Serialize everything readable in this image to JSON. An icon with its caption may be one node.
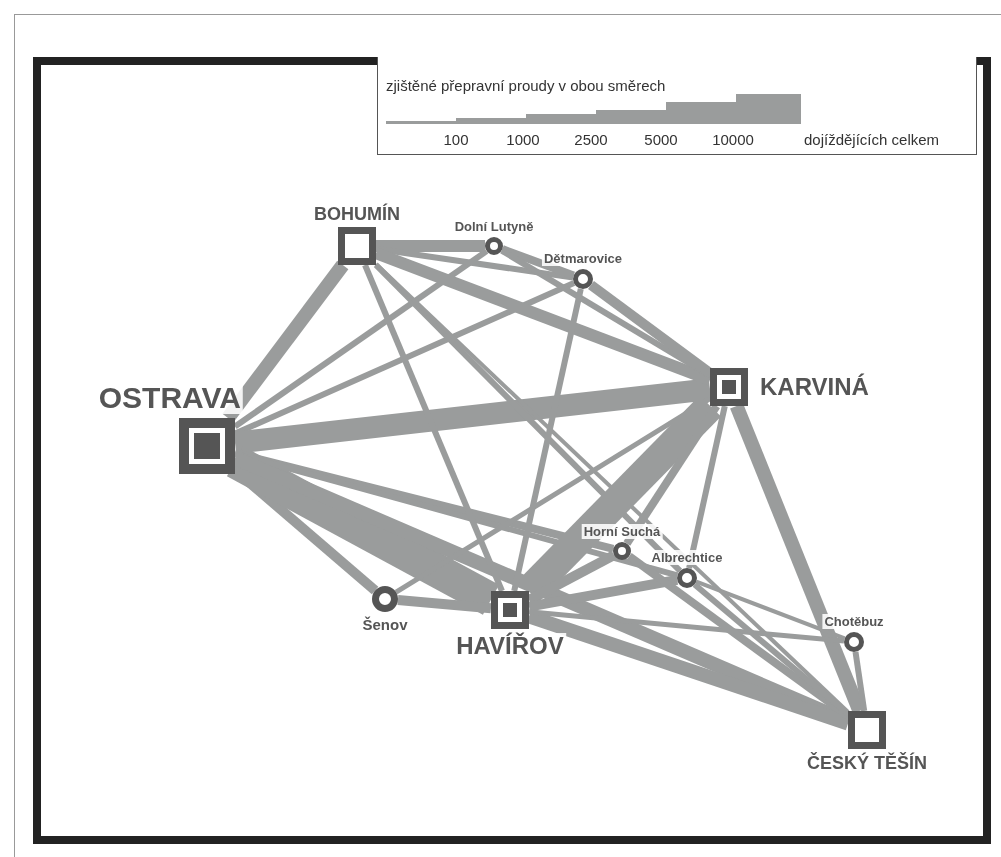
{
  "diagram": {
    "nodes": [
      {
        "text": [],
        "shape": "box",
        "beside": [
          "OSTRAVA"
        ]
      },
      {
        "text": [],
        "shape": "box",
        "beside": [
          "BOHUMÍN"
        ]
      },
      {
        "text": [],
        "shape": "circle",
        "beside": [
          "Dolní Lutyně"
        ]
      },
      {
        "text": [],
        "shape": "circle",
        "beside": [
          "Dětmarovice"
        ]
      },
      {
        "text": [],
        "shape": "box",
        "beside": [
          "KARVINÁ"
        ]
      },
      {
        "text": [],
        "shape": "circle",
        "beside": [
          "Horní Suchá"
        ]
      },
      {
        "text": [],
        "shape": "circle",
        "beside": [
          "Albrechtice"
        ]
      },
      {
        "text": [],
        "shape": "circle",
        "beside": [
          "Šenov"
        ]
      },
      {
        "text": [],
        "shape": "box",
        "beside": [
          "HAVÍŘOV"
        ]
      },
      {
        "text": [],
        "shape": "circle",
        "beside": [
          "Chotěbuz"
        ]
      },
      {
        "text": [],
        "shape": "box",
        "beside": [
          "ČESKÝ TĚŠÍN"
        ]
      }
    ],
    "edges": [
      {
        "from": 0,
        "to": 1,
        "arrow": "none"
      },
      {
        "from": 0,
        "to": 2,
        "arrow": "none"
      },
      {
        "from": 0,
        "to": 3,
        "arrow": "none"
      },
      {
        "from": 0,
        "to": 4,
        "arrow": "none",
        "style": "thick"
      },
      {
        "from": 0,
        "to": 7,
        "arrow": "none"
      },
      {
        "from": 0,
        "to": 8,
        "arrow": "none",
        "style": "thick"
      },
      {
        "from": 0,
        "to": 5,
        "arrow": "none"
      },
      {
        "from": 0,
        "to": 6,
        "arrow": "none"
      },
      {
        "from": 0,
        "to": 10,
        "arrow": "none"
      },
      {
        "from": 1,
        "to": 2,
        "arrow": "none"
      },
      {
        "from": 1,
        "to": 3,
        "arrow": "none"
      },
      {
        "from": 1,
        "to": 4,
        "arrow": "none"
      },
      {
        "from": 1,
        "to": 8,
        "arrow": "none"
      },
      {
        "from": 1,
        "to": 6,
        "arrow": "none"
      },
      {
        "from": 1,
        "to": 10,
        "arrow": "none"
      },
      {
        "from": 2,
        "to": 3,
        "arrow": "none"
      },
      {
        "from": 2,
        "to": 4,
        "arrow": "none"
      },
      {
        "from": 7,
        "to": 4,
        "arrow": "none"
      },
      {
        "from": 3,
        "to": 4,
        "arrow": "none"
      },
      {
        "from": 3,
        "to": 8,
        "arrow": "none"
      },
      {
        "from": 4,
        "to": 8,
        "arrow": "none",
        "style": "thick"
      },
      {
        "from": 4,
        "to": 5,
        "arrow": "none"
      },
      {
        "from": 4,
        "to": 6,
        "arrow": "none"
      },
      {
        "from": 4,
        "to": 10,
        "arrow": "none"
      },
      {
        "from": 8,
        "to": 5,
        "arrow": "none"
      },
      {
        "from": 8,
        "to": 6,
        "arrow": "none"
      },
      {
        "from": 8,
        "to": 10,
        "arrow": "none"
      },
      {
        "from": 8,
        "to": 9,
        "arrow": "none"
      },
      {
        "from": 7,
        "to": 8,
        "arrow": "none"
      },
      {
        "from": 5,
        "to": 10,
        "arrow": "none"
      },
      {
        "from": 6,
        "to": 10,
        "arrow": "none"
      },
      {
        "from": 9,
        "to": 10,
        "arrow": "none"
      },
      {
        "from": 6,
        "to": 9,
        "arrow": "none"
      }
    ],
    "labels": [
      "zjištěné přepravní proudy v obou směrech",
      "100",
      "1000",
      "2500",
      "5000",
      "10000",
      "dojíždějících celkem"
    ]
  }
}
